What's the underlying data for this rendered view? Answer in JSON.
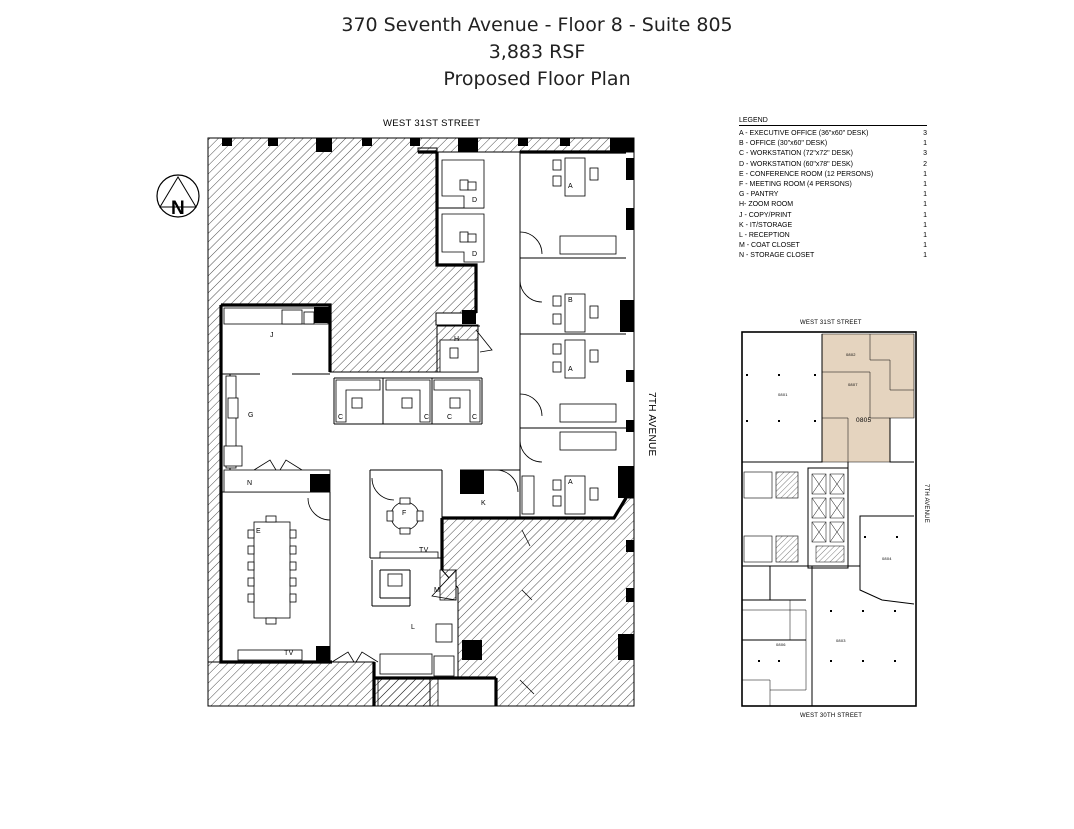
{
  "title": {
    "line1": "370 Seventh Avenue - Floor 8 - Suite 805",
    "line2": "3,883 RSF",
    "line3": "Proposed Floor Plan"
  },
  "streets": {
    "north": "WEST 31ST STREET",
    "east": "7TH AVENUE",
    "mini_north": "WEST 31ST STREET",
    "mini_south": "WEST 30TH STREET",
    "mini_east": "7TH AVENUE"
  },
  "compass": {
    "letter": "N"
  },
  "legend": {
    "heading": "LEGEND",
    "items": [
      {
        "label": "A - EXECUTIVE OFFICE (36\"x60\" DESK)",
        "count": "3"
      },
      {
        "label": "B - OFFICE (30\"x60\" DESK)",
        "count": "1"
      },
      {
        "label": "C - WORKSTATION (72\"x72\" DESK)",
        "count": "3"
      },
      {
        "label": "D - WORKSTATION (60\"x78\" DESK)",
        "count": "2"
      },
      {
        "label": "E - CONFERENCE ROOM (12 PERSONS)",
        "count": "1"
      },
      {
        "label": "F - MEETING ROOM (4 PERSONS)",
        "count": "1"
      },
      {
        "label": "G - PANTRY",
        "count": "1"
      },
      {
        "label": "H- ZOOM ROOM",
        "count": "1"
      },
      {
        "label": "J - COPY/PRINT",
        "count": "1"
      },
      {
        "label": "K - IT/STORAGE",
        "count": "1"
      },
      {
        "label": "L - RECEPTION",
        "count": "1"
      },
      {
        "label": "M - COAT CLOSET",
        "count": "1"
      },
      {
        "label": "N - STORAGE CLOSET",
        "count": "1"
      }
    ]
  },
  "rooms": {
    "a1": "A",
    "a2": "A",
    "a3": "A",
    "b": "B",
    "c1": "C",
    "c2": "C",
    "c3": "C",
    "c4": "C",
    "d1": "D",
    "d2": "D",
    "e": "E",
    "f": "F",
    "g": "G",
    "h": "H",
    "j": "J",
    "k": "K",
    "l": "L",
    "m": "M",
    "n": "N",
    "tv1": "TV",
    "tv2": "TV"
  },
  "mini": {
    "suite": "0805",
    "s801": "0801",
    "s802": "0802",
    "s803": "0803",
    "s804": "0804",
    "s806": "0806",
    "s807": "0807"
  }
}
